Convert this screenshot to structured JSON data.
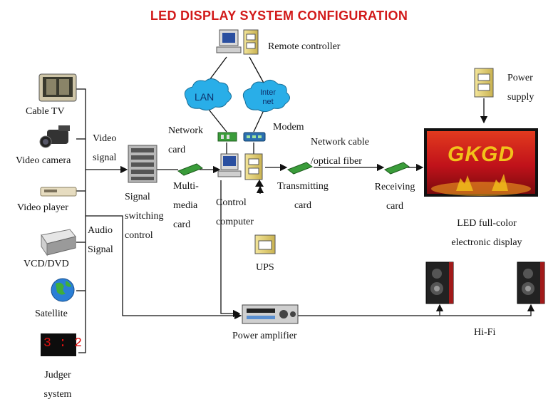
{
  "title": "LED DISPLAY SYSTEM CONFIGURATION",
  "sources": {
    "cable_tv": "Cable TV",
    "video_camera": "Video camera",
    "video_player": "Video player",
    "vcd_dvd": "VCD/DVD",
    "satellite": "Satellite",
    "judger_line1": "Judger",
    "judger_line2": "system",
    "judger_score": "3 : 2"
  },
  "signals": {
    "video_line1": "Video",
    "video_line2": "signal",
    "audio_line1": "Audio",
    "audio_line2": "Signal"
  },
  "switching": {
    "line1": "Signal",
    "line2": "switching",
    "line3": "control"
  },
  "multimedia": {
    "line1": "Multi-",
    "line2": "media",
    "line3": "card"
  },
  "network_card": {
    "line1": "Network",
    "line2": "card"
  },
  "lan": "LAN",
  "internet": {
    "line1": "Inter",
    "line2": "net"
  },
  "modem": "Modem",
  "remote_controller": "Remote controller",
  "control_computer": {
    "line1": "Control",
    "line2": "computer"
  },
  "ups": "UPS",
  "network_cable": {
    "line1": "Network cable",
    "line2": "/optical fiber"
  },
  "transmitting": {
    "line1": "Transmitting",
    "line2": "card"
  },
  "receiving": {
    "line1": "Receiving",
    "line2": "card"
  },
  "power_supply": {
    "line1": "Power",
    "line2": "supply"
  },
  "display": {
    "brand": "GKGD",
    "line1": "LED full-color",
    "line2": "electronic display"
  },
  "power_amplifier": "Power amplifier",
  "hifi": "Hi-Fi",
  "colors": {
    "title": "#d21a1a",
    "cloud": "#29aee8",
    "card_green": "#3a9c3a",
    "cabinet": "#e8d67a",
    "display_red": "#c0121a",
    "brand_gold": "#f2c21a",
    "score_red": "#e01010"
  },
  "icons": [
    "tv-icon",
    "video-camera-icon",
    "video-player-icon",
    "dvd-player-icon",
    "satellite-globe-icon",
    "scoreboard-icon",
    "switcher-icon",
    "pc-icon",
    "cabinet-icon",
    "cloud-icon",
    "circuit-card-icon",
    "modem-icon",
    "ups-icon",
    "speaker-icon",
    "amplifier-icon",
    "led-display-icon"
  ]
}
